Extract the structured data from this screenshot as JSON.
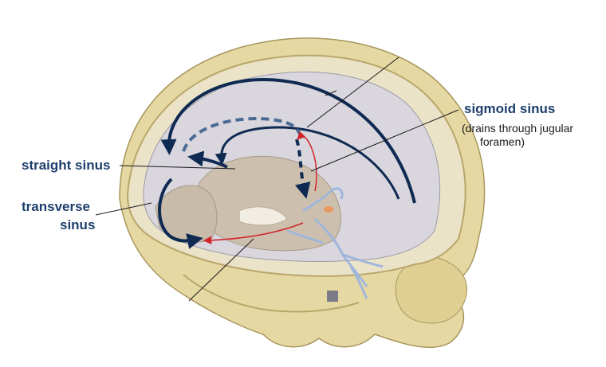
{
  "labels": {
    "sigmoid_title": "sigmoid sinus",
    "sigmoid_note_line1": "(drains through jugular",
    "sigmoid_note_line2": "foramen)",
    "straight": "straight sinus",
    "transverse_line1": "transverse",
    "transverse_line2": "sinus"
  },
  "colors": {
    "bone": "#e6d8a2",
    "bone_shadow": "#c9b97d",
    "cranial_fossa": "#cdbfae",
    "dura": "#d9d6de",
    "vein_blue": "#9fb6dc",
    "arrow_navy": "#0f2a52",
    "arrow_dashed": "#4a6a94",
    "arrow_red": "#d0262a",
    "label_blue": "#1f3f6e"
  },
  "icons": [
    "flow-arrow",
    "dashed-flow-arrow",
    "red-flow-arrow",
    "leader-line"
  ]
}
